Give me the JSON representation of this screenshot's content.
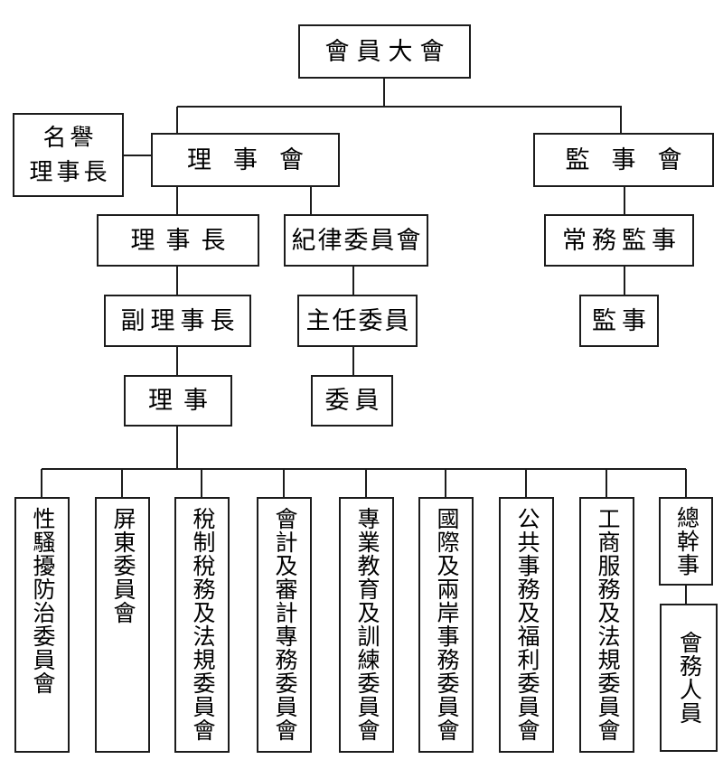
{
  "diagram": {
    "kind": "organization-chart",
    "language": "zh-Hant"
  },
  "nodes": {
    "general_assembly": "會員大會",
    "honorary_chairman": {
      "line1": "名譽",
      "line2": "理事長"
    },
    "board_of_directors": "理事會",
    "board_of_supervisors": "監事會",
    "chairman": "理事長",
    "discipline_committee": "紀律委員會",
    "executive_supervisor": "常務監事",
    "vice_chairman": "副理事長",
    "chief_commissioner": "主任委員",
    "supervisor": "監事",
    "director": "理事",
    "commissioner": "委員",
    "secretary_general": "總幹事",
    "association_staff": "會務人員"
  },
  "committees": [
    "性騷擾防治委員會",
    "屏東委員會",
    "稅制稅務及法規委員會",
    "會計及審計專務委員會",
    "專業教育及訓練委員會",
    "國際及兩岸事務委員會",
    "公共事務及福利委員會",
    "工商服務及法規委員會"
  ],
  "colors": {
    "background": "#ffffff",
    "line": "#1c1c1c",
    "box_border": "#1c1c1c",
    "text": "#000000"
  }
}
